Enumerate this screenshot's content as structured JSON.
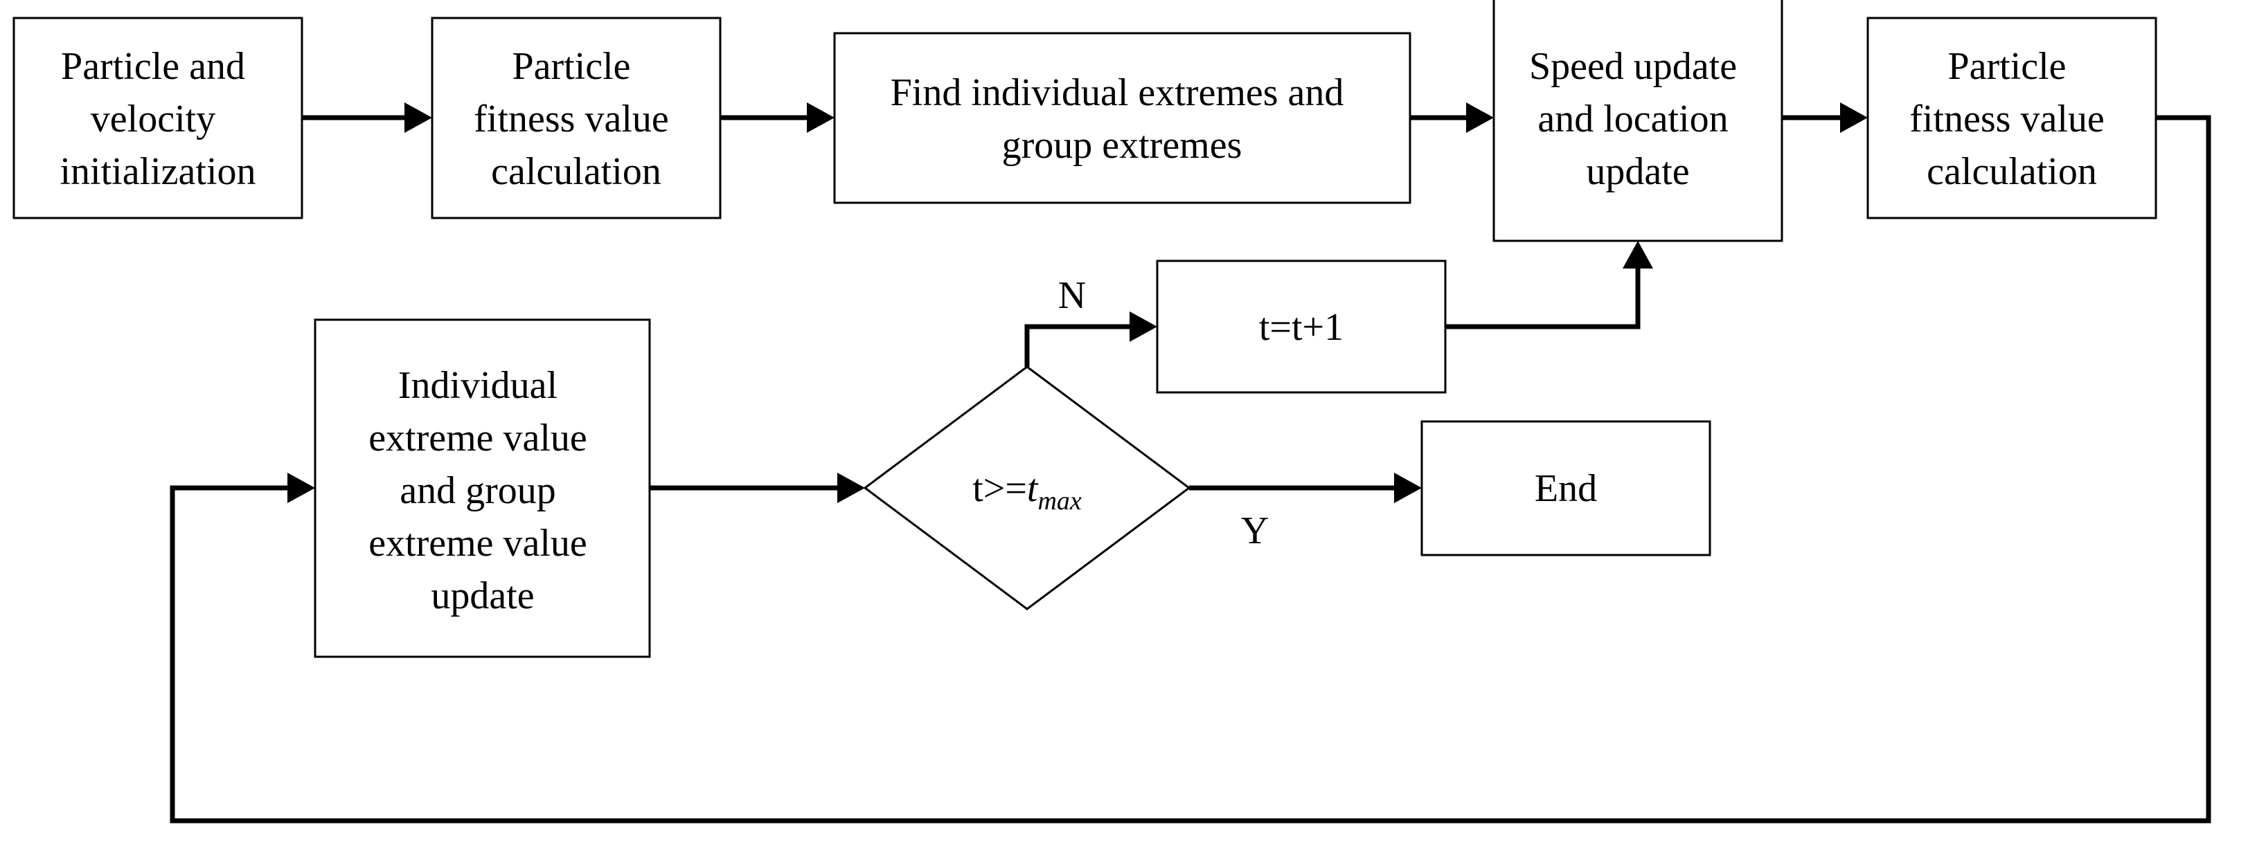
{
  "nodes": {
    "init": [
      "Particle and",
      "velocity",
      "initialization"
    ],
    "fitness1": [
      "Particle",
      "fitness value",
      "calculation"
    ],
    "find_extremes": [
      "Find individual extremes and",
      "group extremes"
    ],
    "speed_update": [
      "Speed update",
      "and location",
      "update"
    ],
    "fitness2": [
      "Particle",
      "fitness value",
      "calculation"
    ],
    "extreme_update": [
      "Individual",
      "extreme value",
      "and group",
      "extreme value",
      "update"
    ],
    "decision": {
      "prefix": "t>=",
      "var": "t",
      "sub": "max"
    },
    "increment": "t=t+1",
    "end": "End"
  },
  "edge_labels": {
    "no": "N",
    "yes": "Y"
  }
}
